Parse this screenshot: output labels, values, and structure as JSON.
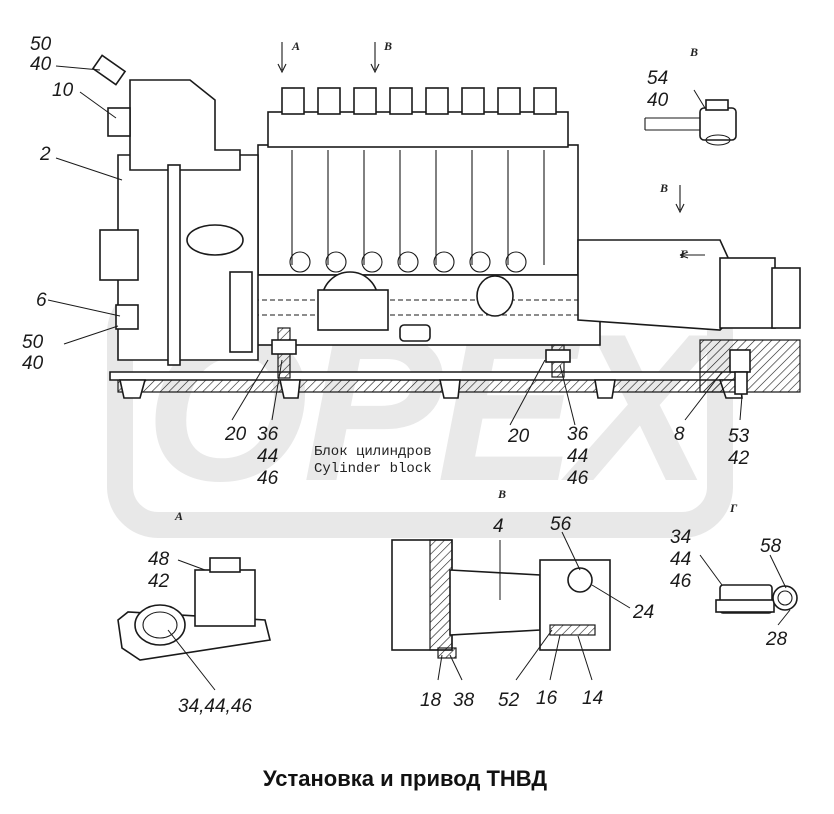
{
  "title": "Установка и привод ТНВД",
  "watermark": "OPEX",
  "colors": {
    "watermark": "#e6e6e6",
    "ink": "#1a1a1a"
  },
  "view_labels": {
    "a": "А",
    "b": "В",
    "g": "Г"
  },
  "inscription": {
    "line1": "Блок цилиндров",
    "line2": "Cylinder block"
  },
  "callouts": {
    "c50_40_top": [
      "50",
      "40"
    ],
    "c10": "10",
    "c2": "2",
    "c6": "6",
    "c50_40_left": [
      "50",
      "40"
    ],
    "c20_left": "20",
    "c36_44_46_left": [
      "36",
      "44",
      "46"
    ],
    "c20_mid": "20",
    "c36_44_46_mid": [
      "36",
      "44",
      "46"
    ],
    "c8": "8",
    "c53_42": [
      "53",
      "42"
    ],
    "c54_40": [
      "54",
      "40"
    ],
    "c48_42": [
      "48",
      "42"
    ],
    "c34_44_46_a": "34,44,46",
    "c4": "4",
    "c56": "56",
    "c24": "24",
    "c18": "18",
    "c38": "38",
    "c52": "52",
    "c16": "16",
    "c14": "14",
    "c34_44_46_g": [
      "34",
      "44",
      "46"
    ],
    "c58": "58",
    "c28": "28"
  }
}
